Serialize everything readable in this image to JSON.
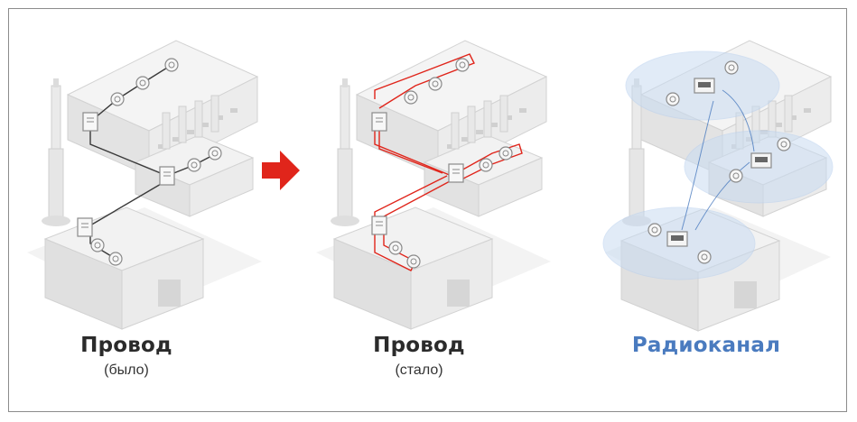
{
  "panels": [
    {
      "title": "Провод",
      "subtitle": "(было)",
      "title_color": "#2b2b2b",
      "wire_color": "#3a3a3a"
    },
    {
      "title": "Провод",
      "subtitle": "(стало)",
      "title_color": "#2b2b2b",
      "wire_color": "#e0251b"
    },
    {
      "title": "Радиоканал",
      "subtitle": "",
      "title_color": "#4a7bbf"
    }
  ],
  "arrow": {
    "color": "#e0251b",
    "icon": "right-arrow-icon"
  },
  "colors": {
    "building": "#f0f0f0",
    "building_dark": "#d9d9d9",
    "shadow": "#f3f3f3",
    "radio_halo": "#c9dcf2"
  }
}
